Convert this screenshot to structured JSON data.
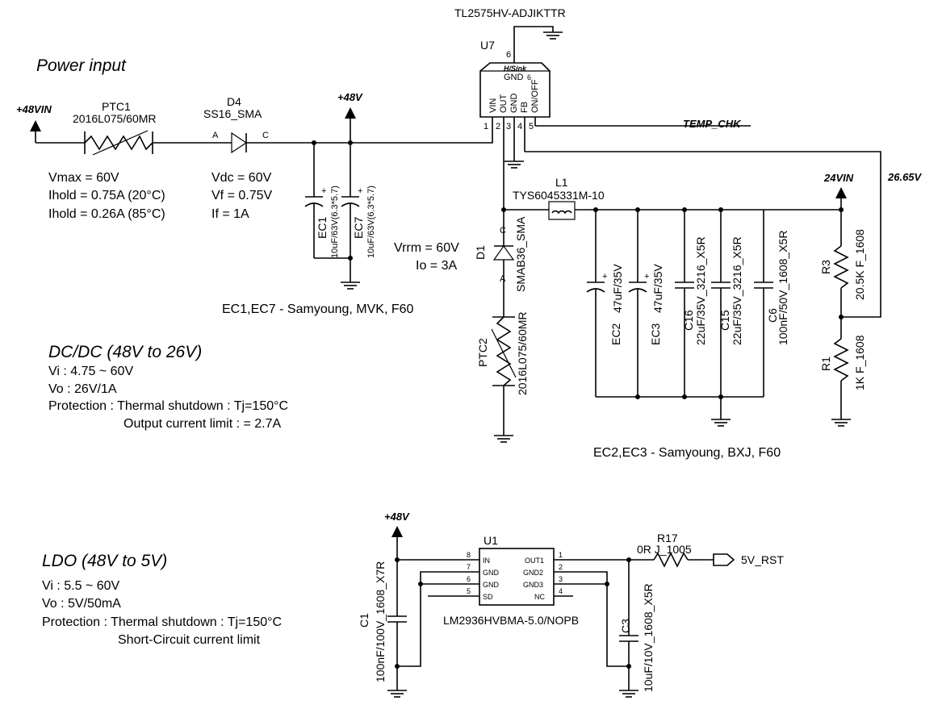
{
  "sections": {
    "power_input": "Power input",
    "dcdc": "DC/DC (48V to 26V)",
    "ldo": "LDO (48V to 5V)"
  },
  "ptc1": {
    "ref": "PTC1",
    "value": "2016L075/60MR",
    "specs": [
      "Vmax = 60V",
      "Ihold = 0.75A (20°C)",
      "Ihold = 0.26A (85°C)"
    ]
  },
  "d4": {
    "ref": "D4",
    "value": "SS16_SMA",
    "pin_a": "A",
    "pin_c": "C",
    "specs": [
      "Vdc = 60V",
      "Vf = 0.75V",
      "If = 1A"
    ]
  },
  "ec1": {
    "ref": "EC1",
    "value": "10uF/63V(6.3*5.7)",
    "plus": "+"
  },
  "ec7": {
    "ref": "EC7",
    "value": "10uF/63V(6.3*5.7)",
    "plus": "+"
  },
  "ec_note": "EC1,EC7 - Samyoung, MVK, F60",
  "nets": {
    "vin48": "+48VIN",
    "p48": "+48V",
    "p48_ldo": "+48V",
    "v24": "24VIN",
    "temp": "TEMP_CHK",
    "v26": "26.65V",
    "rst": "5V_RST"
  },
  "u7": {
    "part": "TL2575HV-ADJIKTTR",
    "ref": "U7",
    "hsink": "H/Sink",
    "gnd": "GND",
    "gnd_pin": "6",
    "pins": [
      {
        "num": "1",
        "name": "VIN"
      },
      {
        "num": "2",
        "name": "OUT"
      },
      {
        "num": "3",
        "name": "GND"
      },
      {
        "num": "4",
        "name": "FB"
      },
      {
        "num": "5",
        "name": "ON/OFF"
      }
    ]
  },
  "l1": {
    "ref": "L1",
    "value": "TYS6045331M-10"
  },
  "d1": {
    "ref": "D1",
    "value": "SMAB36_SMA",
    "pin_c": "C",
    "pin_a": "A",
    "specs": [
      "Vrrm = 60V",
      "Io = 3A"
    ]
  },
  "ptc2": {
    "ref": "PTC2",
    "value": "2016L075/60MR"
  },
  "ec2": {
    "ref": "EC2",
    "value": "47uF/35V",
    "plus": "+"
  },
  "ec3": {
    "ref": "EC3",
    "value": "47uF/35V",
    "plus": "+"
  },
  "c16": {
    "ref": "C16",
    "value": "22uF/35V_3216_X5R"
  },
  "c15": {
    "ref": "C15",
    "value": "22uF/35V_3216_X5R"
  },
  "c6": {
    "ref": "C6",
    "value": "100nF/50V_1608_X5R"
  },
  "r3": {
    "ref": "R3",
    "value": "20.5K F_1608"
  },
  "r1": {
    "ref": "R1",
    "value": "1K F_1608"
  },
  "ec_note2": "EC2,EC3 - Samyoung, BXJ, F60",
  "dcdc_notes": [
    "Vi : 4.75 ~ 60V",
    "Vo : 26V/1A",
    "Protection : Thermal shutdown : Tj=150°C",
    "Output current limit : = 2.7A"
  ],
  "u1": {
    "ref": "U1",
    "part": "LM2936HVBMA-5.0/NOPB",
    "left": [
      {
        "num": "8",
        "name": "IN"
      },
      {
        "num": "7",
        "name": "GND"
      },
      {
        "num": "6",
        "name": "GND"
      },
      {
        "num": "5",
        "name": "SD"
      }
    ],
    "right": [
      {
        "num": "1",
        "name": "OUT1"
      },
      {
        "num": "2",
        "name": "GND2"
      },
      {
        "num": "3",
        "name": "GND3"
      },
      {
        "num": "4",
        "name": "NC"
      }
    ]
  },
  "c1": {
    "ref": "C1",
    "value": "100nF/100V_1608_X7R"
  },
  "c3": {
    "ref": "C3",
    "value": "10uF/10V_1608_X5R"
  },
  "r17": {
    "ref": "R17",
    "value": "0R J_1005"
  },
  "ldo_notes": [
    "Vi : 5.5 ~ 60V",
    "Vo : 5V/50mA",
    "Protection : Thermal shutdown : Tj=150°C",
    "Short-Circuit current limit"
  ]
}
